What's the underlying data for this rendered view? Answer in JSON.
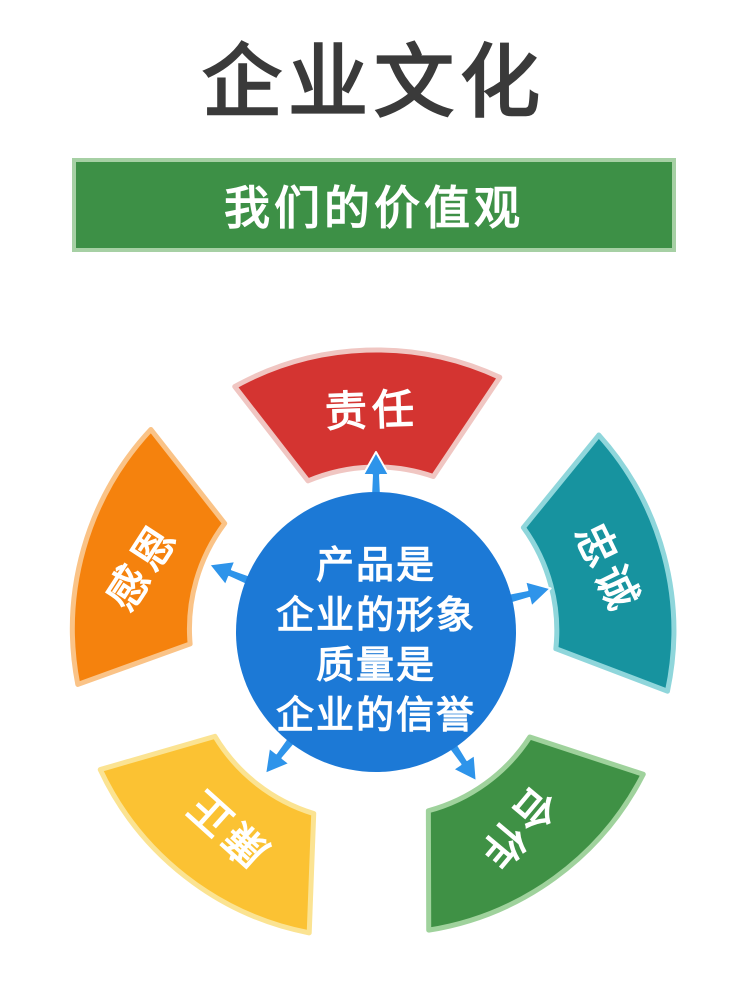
{
  "title": "企业文化",
  "banner": {
    "text": "我们的价值观",
    "fill_color": "#3d9046",
    "border_color": "#a6d0a4"
  },
  "center_circle": {
    "color": "#1c79d6",
    "lines": [
      "产品是",
      "企业的形象",
      "质量是",
      "企业的信誉"
    ]
  },
  "segments": [
    {
      "label": "责任",
      "position": "top",
      "color": "#d43431",
      "rim_color": "#f0c6c2"
    },
    {
      "label": "忠诚",
      "position": "right",
      "color": "#17939f",
      "rim_color": "#8fd6db"
    },
    {
      "label": "合作",
      "position": "bottom-right",
      "color": "#3f9145",
      "rim_color": "#9fd29c"
    },
    {
      "label": "廉正",
      "position": "bottom-left",
      "color": "#fbc233",
      "rim_color": "#fbe392"
    },
    {
      "label": "感恩",
      "position": "left",
      "color": "#f5820d",
      "rim_color": "#fac387"
    }
  ],
  "arrows": {
    "color": "#2e94ea",
    "direction": "outward-from-center",
    "count": "5"
  }
}
